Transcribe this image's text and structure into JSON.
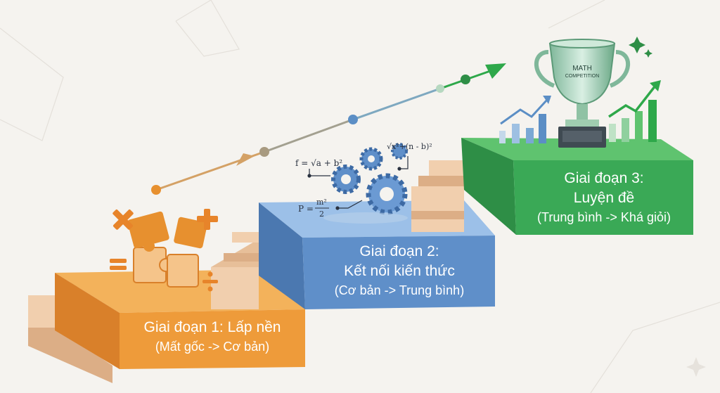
{
  "stages": [
    {
      "title": "Giai đoạn 1: Lấp nền",
      "subtitle": "(Mất gốc -> Cơ bản)",
      "color": "#ee9b3a"
    },
    {
      "title_line1": "Giai đoạn 2:",
      "title_line2": "Kết nối kiến thức",
      "subtitle": "(Cơ bản -> Trung bình)",
      "color": "#5f8fc9"
    },
    {
      "title_line1": "Giai đoạn 3:",
      "title_line2": "Luyện đề",
      "subtitle": "(Trung bình -> Khá giỏi)",
      "color": "#3aa956"
    }
  ],
  "trophy": {
    "line1": "MATH",
    "line2": "COMPETITION"
  },
  "formulas": {
    "f": "f = √a + b²",
    "p_left": "P =",
    "p_num": "m²",
    "p_den": "2",
    "top": "√x²+(n - b)²"
  },
  "colors": {
    "step_tan": "#f1cfae",
    "step_tan_dark": "#dcae86",
    "arrow_green": "#2ea84a"
  }
}
